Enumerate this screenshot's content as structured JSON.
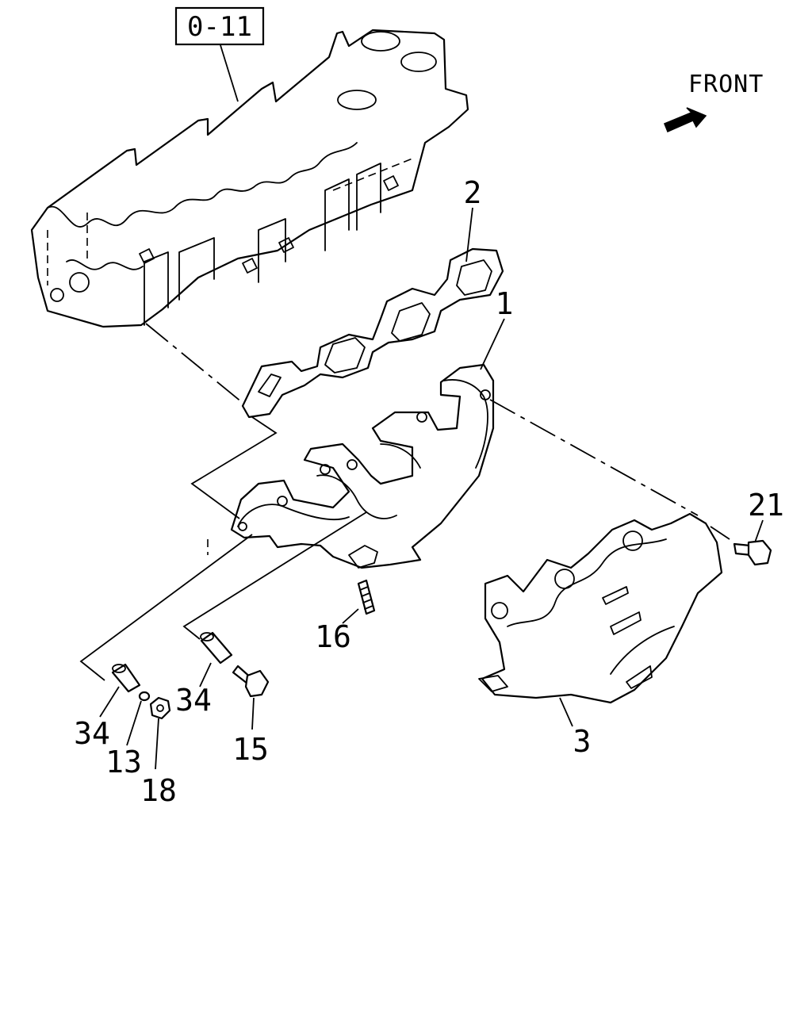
{
  "reference_box": {
    "label": "0-11"
  },
  "direction": {
    "label": "FRONT",
    "icon": "front-arrow-icon"
  },
  "callouts": {
    "manifold": "1",
    "gasket": "2",
    "heat_shield": "3",
    "bolt_shield": "21",
    "stud": "16",
    "bolt": "15",
    "spacer_left": "34",
    "spacer_right": "34",
    "washer": "13",
    "nut": "18"
  }
}
